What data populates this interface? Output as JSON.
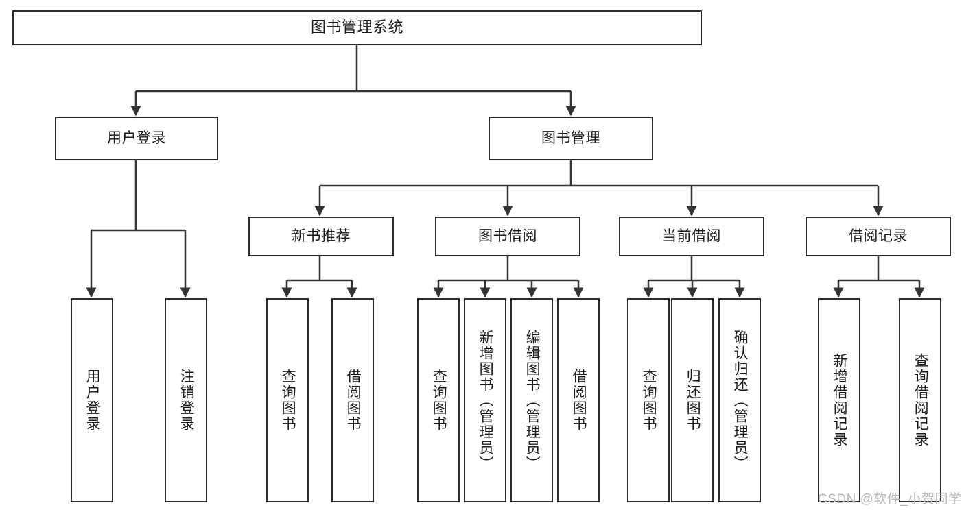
{
  "diagram": {
    "title": "图书管理系统",
    "watermark": "CSDN @软件_小贺同学",
    "line_color": "#333333",
    "box_border_color": "#2b2b2b",
    "box_fill": "#ffffff",
    "text_color": "#1a1a1a",
    "root": {
      "label": "图书管理系统"
    },
    "level1": [
      {
        "label": "用户登录"
      },
      {
        "label": "图书管理"
      }
    ],
    "level2": [
      {
        "label": "新书推荐"
      },
      {
        "label": "图书借阅"
      },
      {
        "label": "当前借阅"
      },
      {
        "label": "借阅记录"
      }
    ],
    "leaves": {
      "user_login": [
        {
          "label": "用户登录"
        },
        {
          "label": "注销登录"
        }
      ],
      "new_book_recommend": [
        {
          "label": "查询图书"
        },
        {
          "label": "借阅图书"
        }
      ],
      "book_borrow": [
        {
          "label": "查询图书"
        },
        {
          "label": "新增图书（管理员）"
        },
        {
          "label": "编辑图书（管理员）"
        },
        {
          "label": "借阅图书"
        }
      ],
      "current_borrow": [
        {
          "label": "查询图书"
        },
        {
          "label": "归还图书"
        },
        {
          "label": "确认归还（管理员）"
        }
      ],
      "borrow_record": [
        {
          "label": "新增借阅记录"
        },
        {
          "label": "查询借阅记录"
        }
      ]
    }
  }
}
